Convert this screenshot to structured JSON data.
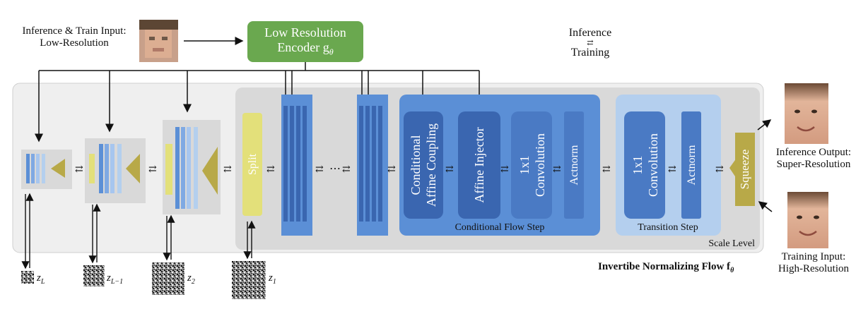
{
  "input": {
    "line1": "Inference & Train Input:",
    "line2": "Low-Resolution"
  },
  "encoder": {
    "line1": "Low Resolution",
    "line2": "Encoder g",
    "subscript": "θ"
  },
  "direction": {
    "inference": "Inference",
    "training": "Training",
    "arrows": "⇄"
  },
  "blocks": {
    "split": "Split",
    "affine_coupling_1": "Conditional",
    "affine_coupling_2": "Affine Coupling",
    "affine_injector": "Affine Injector",
    "conv_1": "1x1",
    "conv_2": "Convolution",
    "actnorm": "Actnorm",
    "trans_conv_1": "1x1",
    "trans_conv_2": "Convolution",
    "trans_actnorm": "Actnorm",
    "squeeze": "Squeeze",
    "dots": "⋯"
  },
  "labels": {
    "conditional_flow_step": "Conditional Flow Step",
    "transition_step": "Transition Step",
    "scale_level": "Scale Level",
    "flow_title": "Invertibe Normalizing Flow f",
    "flow_subscript": "θ"
  },
  "outputs": {
    "inference_line1": "Inference Output:",
    "inference_line2": "Super-Resolution",
    "training_line1": "Training Input:",
    "training_line2": "High-Resolution"
  },
  "latents": [
    {
      "name": "z",
      "sub": "L"
    },
    {
      "name": "z",
      "sub": "L−1"
    },
    {
      "name": "z",
      "sub": "2"
    },
    {
      "name": "z",
      "sub": "1"
    }
  ],
  "colors": {
    "encoder": "#6aa84f",
    "flow_bg": "#efefef",
    "scale_bg": "#d9d9d9",
    "cond_flow": "#5b8fd6",
    "dark_block": "#3a66b0",
    "transition": "#b4cfee",
    "split": "#e3e07a",
    "squeeze": "#b8a948"
  }
}
